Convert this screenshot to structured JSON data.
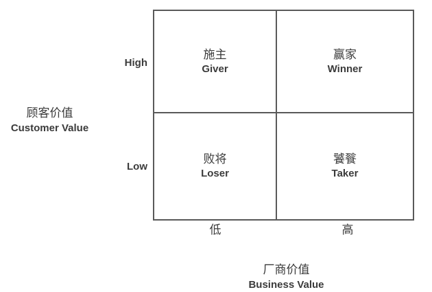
{
  "colors": {
    "background": "#ffffff",
    "line": "#595959",
    "text": "#3b3b3b"
  },
  "matrix": {
    "quadrants": {
      "top_left": {
        "zh": "施主",
        "en": "Giver"
      },
      "top_right": {
        "zh": "赢家",
        "en": "Winner"
      },
      "bottom_left": {
        "zh": "败将",
        "en": "Loser"
      },
      "bottom_right": {
        "zh": "饕餮",
        "en": "Taker"
      }
    }
  },
  "y_axis": {
    "title_zh": "顾客价值",
    "title_en": "Customer Value",
    "tick_high": "High",
    "tick_low": "Low"
  },
  "x_axis": {
    "title_zh": "厂商价值",
    "title_en": "Business Value",
    "tick_low": "低",
    "tick_high": "高"
  }
}
